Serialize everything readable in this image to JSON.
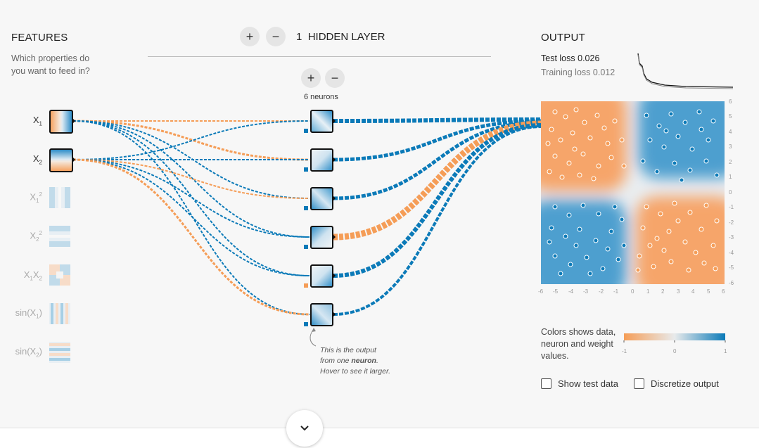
{
  "features": {
    "title": "FEATURES",
    "subtitle": "Which properties do you want to feed in?",
    "items": [
      {
        "label": "X",
        "sub": "1",
        "sup": "",
        "active": true
      },
      {
        "label": "X",
        "sub": "2",
        "sup": "",
        "active": true
      },
      {
        "label": "X",
        "sub": "1",
        "sup": "2",
        "active": false
      },
      {
        "label": "X",
        "sub": "2",
        "sup": "2",
        "active": false
      },
      {
        "label": "X",
        "sub": "1",
        "label2": "X",
        "sub2": "2",
        "active": false
      },
      {
        "label": "sin(X",
        "sub": "1",
        "tail": ")",
        "active": false
      },
      {
        "label": "sin(X",
        "sub": "2",
        "tail": ")",
        "active": false
      }
    ]
  },
  "network": {
    "add_layer": "+",
    "remove_layer": "−",
    "layer_count": "1",
    "layer_title": "HIDDEN LAYER",
    "add_neuron": "+",
    "remove_neuron": "−",
    "neurons_label": "6 neurons",
    "annotation_pre": "This is the output from one ",
    "annotation_bold": "neuron",
    "annotation_post": ". Hover to see it larger."
  },
  "output": {
    "title": "OUTPUT",
    "test_loss_label": "Test loss",
    "test_loss_value": "0.026",
    "training_loss_label": "Training loss",
    "training_loss_value": "0.012",
    "y_ticks": [
      "6",
      "5",
      "4",
      "3",
      "2",
      "1",
      "0",
      "-1",
      "-2",
      "-3",
      "-4",
      "-5",
      "-6"
    ],
    "x_ticks": [
      "-6",
      "-5",
      "-4",
      "-3",
      "-2",
      "-1",
      "0",
      "1",
      "2",
      "3",
      "4",
      "5",
      "6"
    ],
    "legend_text": "Colors shows data, neuron and weight values.",
    "legend_ticks": [
      "-1",
      "0",
      "1"
    ],
    "show_test_label": "Show test data",
    "discretize_label": "Discretize output"
  },
  "colors": {
    "orange": "#f59d57",
    "blue": "#0b7ab8",
    "light_orange": "#f8c29a",
    "light_blue": "#5aa9d4"
  }
}
